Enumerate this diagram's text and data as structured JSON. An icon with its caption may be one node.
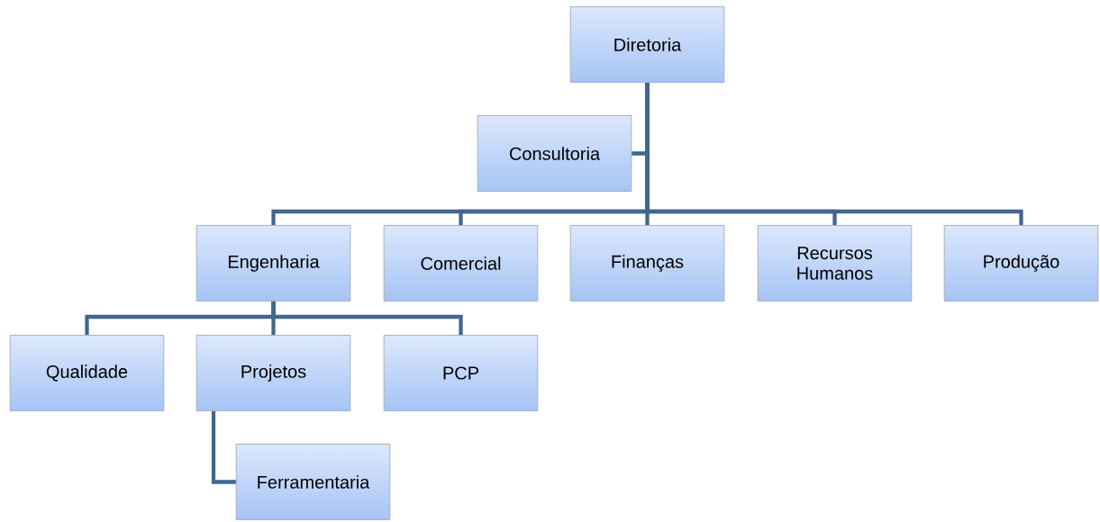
{
  "diagram": {
    "nodes": [
      {
        "text": [
          "Diretoria"
        ]
      },
      {
        "text": [
          "Consultoria"
        ]
      },
      {
        "text": [
          "Engenharia"
        ]
      },
      {
        "text": [
          "Comercial"
        ]
      },
      {
        "text": [
          "Finanças"
        ]
      },
      {
        "text": [
          "Recursos Humanos"
        ]
      },
      {
        "text": [
          "Produção"
        ]
      },
      {
        "text": [
          "Qualidade"
        ]
      },
      {
        "text": [
          "Projetos"
        ]
      },
      {
        "text": [
          "PCP"
        ]
      },
      {
        "text": [
          "Ferramentaria"
        ]
      }
    ],
    "edges": [
      {
        "from": 0,
        "to": 1,
        "arrow": "none"
      },
      {
        "from": 0,
        "to": 2,
        "arrow": "none"
      },
      {
        "from": 0,
        "to": 3,
        "arrow": "none"
      },
      {
        "from": 0,
        "to": 4,
        "arrow": "none"
      },
      {
        "from": 0,
        "to": 5,
        "arrow": "none"
      },
      {
        "from": 0,
        "to": 6,
        "arrow": "none"
      },
      {
        "from": 2,
        "to": 7,
        "arrow": "none"
      },
      {
        "from": 2,
        "to": 8,
        "arrow": "none"
      },
      {
        "from": 2,
        "to": 9,
        "arrow": "none"
      },
      {
        "from": 8,
        "to": 10,
        "arrow": "none"
      }
    ]
  }
}
